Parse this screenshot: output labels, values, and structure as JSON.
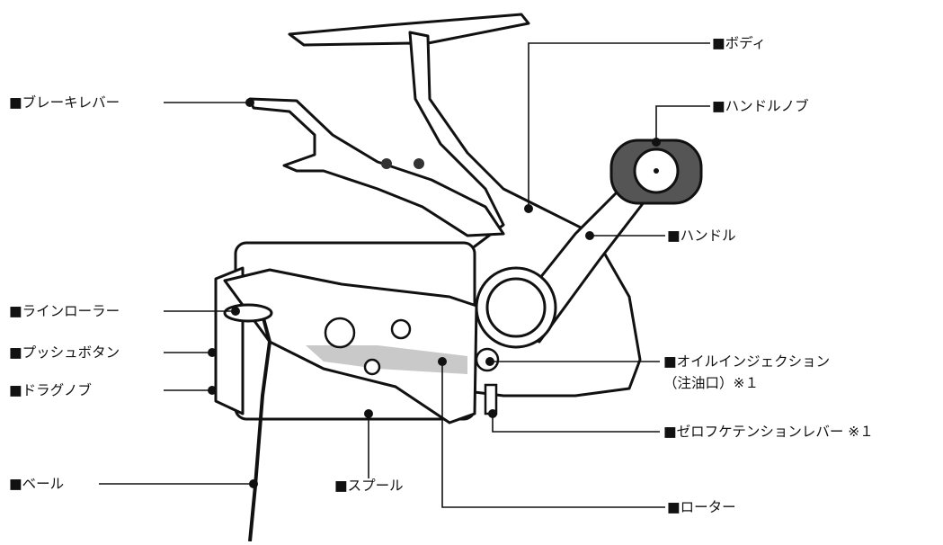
{
  "labels": {
    "body": "■ボディ",
    "handle_knob": "■ハンドルノブ",
    "handle": "■ハンドル",
    "brake_lever": "■ブレーキレバー",
    "line_roller": "■ラインローラー",
    "push_button": "■プッシュボタン",
    "drag_knob": "■ドラグノブ",
    "bail": "■ベール",
    "spool": "■スプール",
    "rotor": "■ローター",
    "oil_injection_line1": "■オイルインジェクション",
    "oil_injection_line2": "（注油口）※１",
    "zero_tension_lever": "■ゼロフケテンションレバー ※１"
  },
  "colors": {
    "line": "#111111",
    "reel_fill": "#ffffff",
    "shade": "#c9c9c9",
    "knob": "#555555"
  }
}
